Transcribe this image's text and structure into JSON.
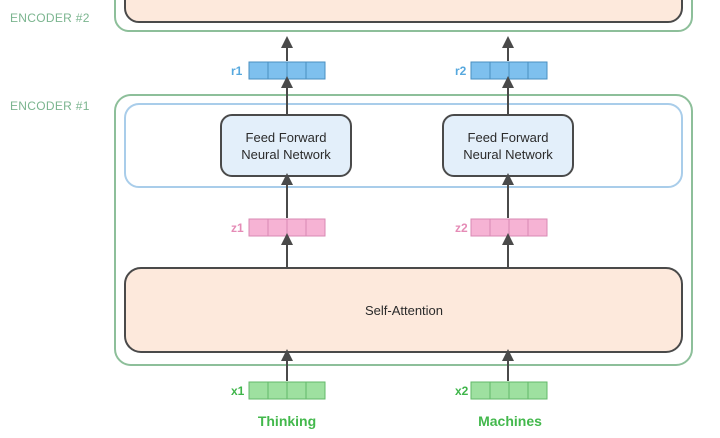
{
  "encoders": {
    "top_label": "ENCODER #2",
    "bottom_label": "ENCODER #1"
  },
  "ffnn": {
    "left_line1": "Feed Forward",
    "left_line2": "Neural Network",
    "right_line1": "Feed Forward",
    "right_line2": "Neural Network"
  },
  "self_attention": {
    "label": "Self-Attention"
  },
  "vectors": {
    "r1": "r1",
    "r2": "r2",
    "z1": "z1",
    "z2": "z2",
    "x1": "x1",
    "x2": "x2"
  },
  "words": {
    "left": "Thinking",
    "right": "Machines"
  },
  "colors": {
    "encoder_border": "#8dbf9a",
    "ffnn_group_border": "#a9cdea",
    "ffnn_fill": "#e3effa",
    "self_attention_fill": "#fde9dc",
    "box_border": "#4a4a4a",
    "r_vector": "#7ec0ee",
    "z_vector": "#f6b3d4",
    "x_vector": "#9ee0a0",
    "arrow": "#4a4a4a"
  }
}
